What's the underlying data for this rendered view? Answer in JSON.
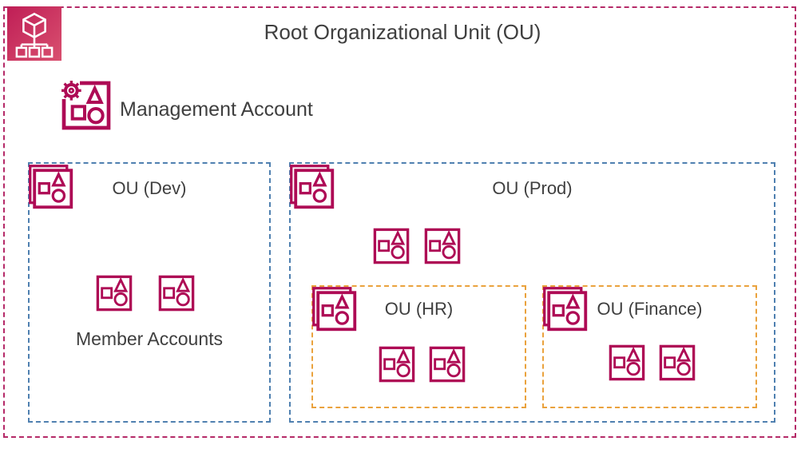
{
  "title": "Root Organizational Unit (OU)",
  "management_account": {
    "label": "Management Account"
  },
  "dev_ou": {
    "label": "OU (Dev)",
    "accounts_label": "Member Accounts",
    "account_icon_count": 2
  },
  "prod_ou": {
    "label": "OU (Prod)",
    "account_icon_count": 2
  },
  "hr_ou": {
    "label": "OU (HR)",
    "account_icon_count": 2
  },
  "finance_ou": {
    "label": "OU (Finance)",
    "account_icon_count": 2
  },
  "icons": {
    "organizations_logo": "aws-organizations-icon",
    "management_account": "management-account-icon",
    "organizational_unit": "organizational-unit-icon",
    "member_account": "member-account-icon"
  },
  "colors": {
    "root_border": "#b52a68",
    "ou_blue_border": "#4f80b0",
    "ou_orange_border": "#eaa23d",
    "icon_color": "#ae0b55",
    "logo_gradient_start": "#bf1e56",
    "logo_gradient_end": "#d9506f",
    "text_color": "#3f3f3f"
  }
}
